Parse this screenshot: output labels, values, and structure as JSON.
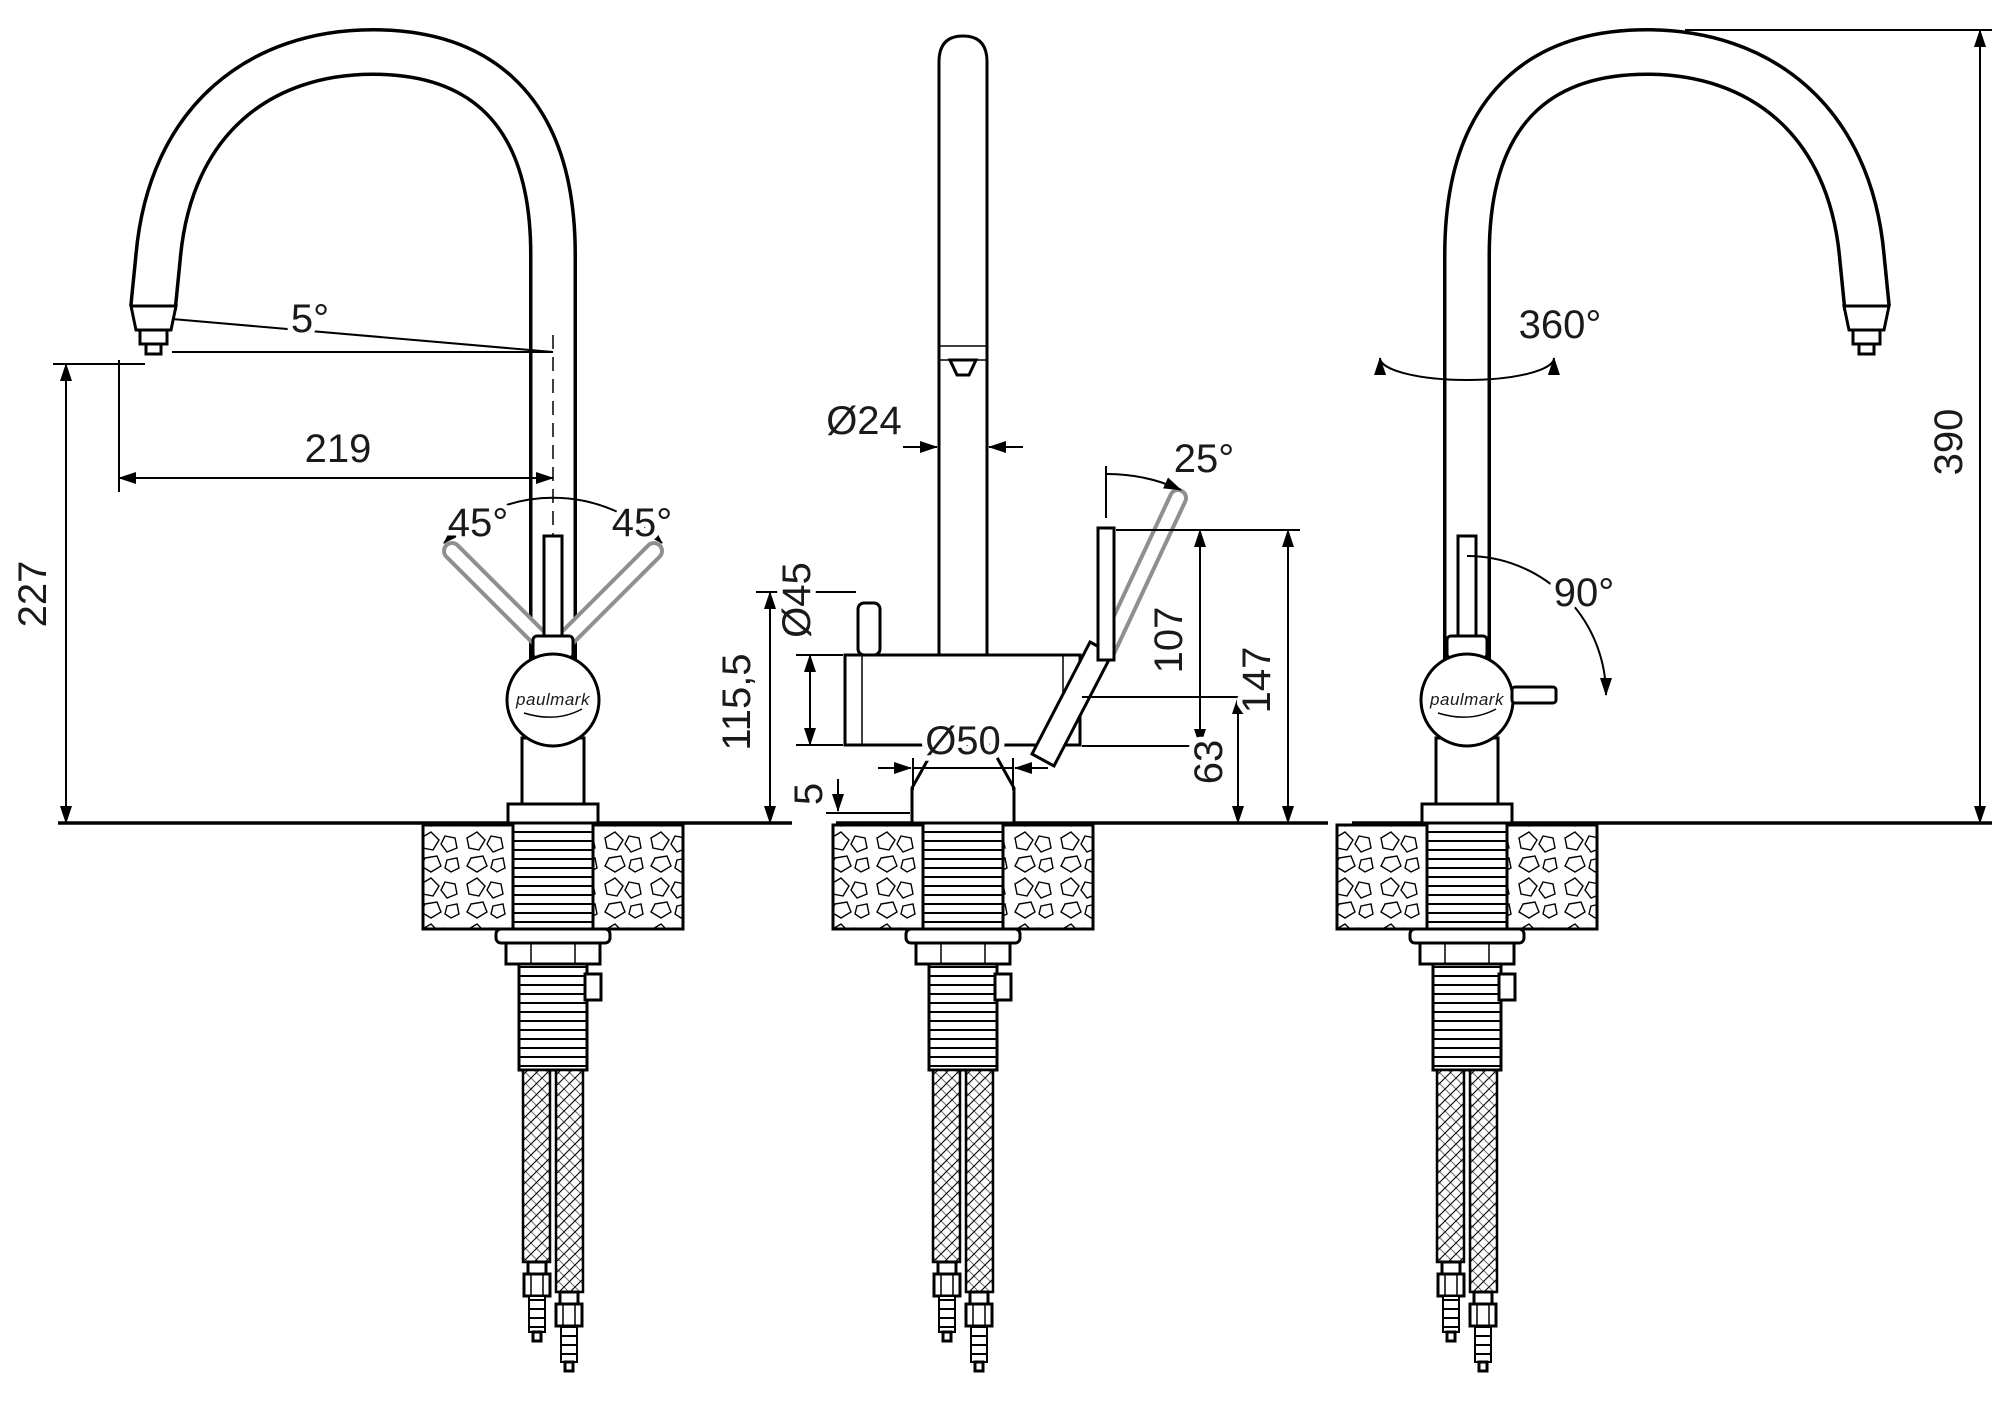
{
  "drawing": {
    "brand": "paulmark",
    "views": {
      "side_left": {
        "dims": {
          "spout_angle": "5°",
          "spout_reach": "219",
          "spout_height": "227",
          "handle_swing_left": "45°",
          "handle_swing_right": "45°"
        }
      },
      "front": {
        "dims": {
          "spout_diameter": "Ø24",
          "handle_angle": "25°",
          "body_height": "115,5",
          "body_diameter": "Ø45",
          "base_diameter": "Ø50",
          "deck_thickness": "5",
          "handle_height": "107",
          "total_height": "147",
          "base_to_outlet": "63"
        }
      },
      "side_right": {
        "dims": {
          "swivel_angle": "360°",
          "overall_height": "390",
          "handle_rotation": "90°"
        }
      }
    }
  }
}
